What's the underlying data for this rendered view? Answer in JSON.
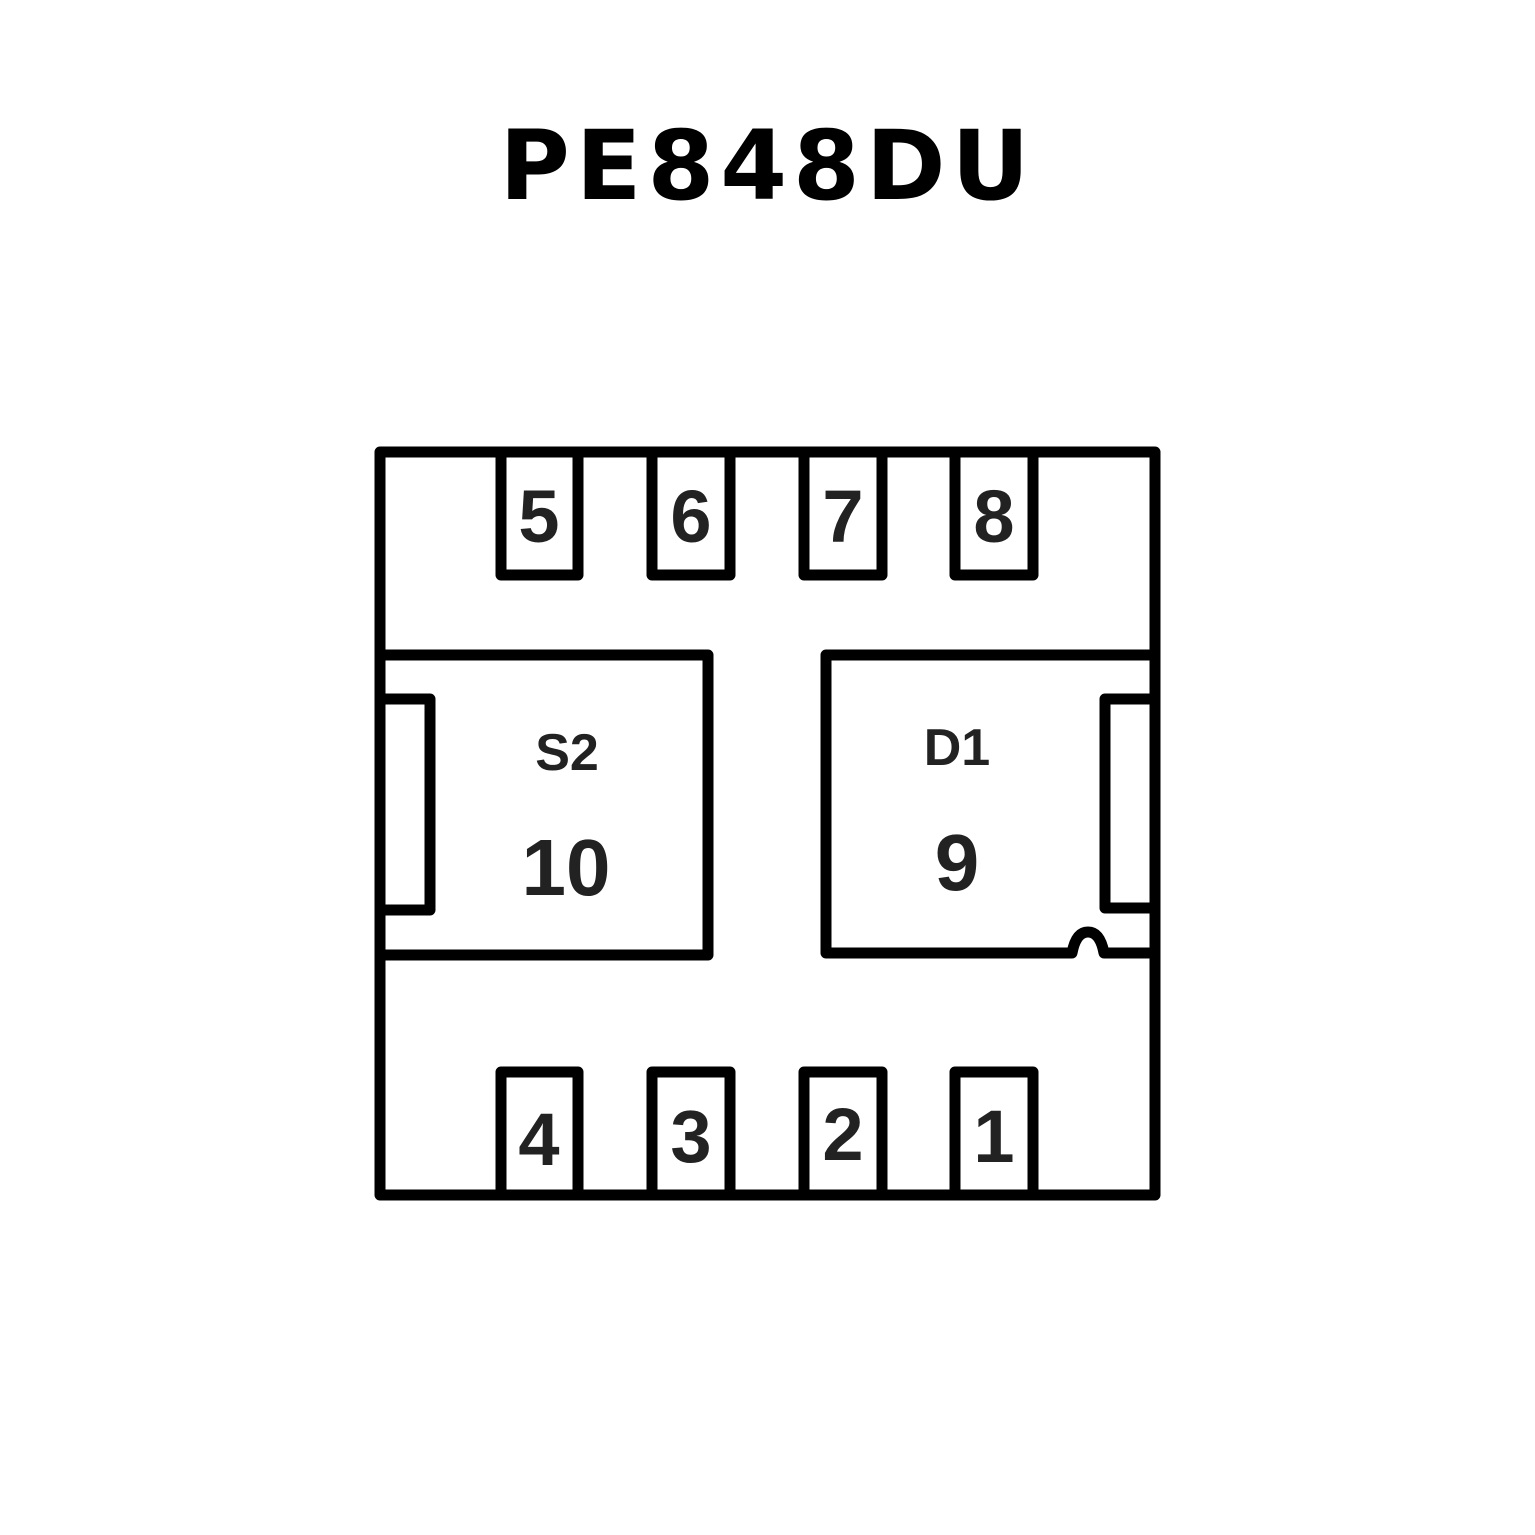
{
  "title": "PE848DU",
  "pins_top": [
    "5",
    "6",
    "7",
    "8"
  ],
  "pins_bottom": [
    "4",
    "3",
    "2",
    "1"
  ],
  "pad_left": {
    "label": "S2",
    "number": "10"
  },
  "pad_right": {
    "label": "D1",
    "number": "9"
  }
}
